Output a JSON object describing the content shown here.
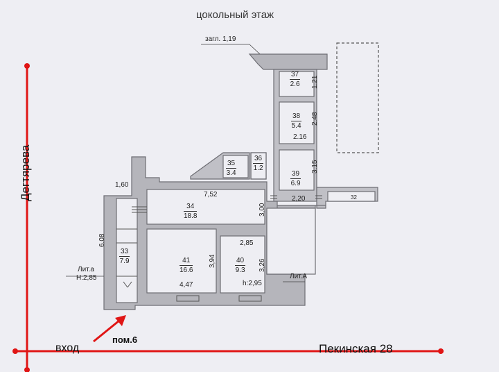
{
  "title": "цокольный этаж",
  "colors": {
    "walls": "#9a9aa0",
    "wall_edge": "#555",
    "red_axis": "#e01515"
  },
  "streets": {
    "left": "Дегтярева",
    "bottom": "Пекинская 28"
  },
  "labels": {
    "entrance": "вход",
    "room_number": "пом.6",
    "zagl": "загл. 1,19",
    "lit_a_small": "Лит.а",
    "lit_a_big": "Лит.А",
    "height_left": "Н:2,85",
    "height_right": "h:2,95"
  },
  "rooms": [
    {
      "num": "37",
      "area": "2.6"
    },
    {
      "num": "38",
      "area": "5.4"
    },
    {
      "num": "35",
      "area": "3.4"
    },
    {
      "num": "36",
      "area": "1.2"
    },
    {
      "num": "39",
      "area": "6.9"
    },
    {
      "num": "34",
      "area": "18.8"
    },
    {
      "num": "33",
      "area": "7.9"
    },
    {
      "num": "41",
      "area": "16.6"
    },
    {
      "num": "40",
      "area": "9.3"
    }
  ],
  "dimensions": {
    "d121": "1.21",
    "d248": "2.48",
    "d216": "2.16",
    "d315": "3.15",
    "d220": "2,20",
    "d300": "3,00",
    "d752": "7,52",
    "d160": "1,60",
    "d608": "6.08",
    "d285": "2,85",
    "d394": "3,94",
    "d326": "3,26",
    "d447": "4,47",
    "d32": "32"
  }
}
